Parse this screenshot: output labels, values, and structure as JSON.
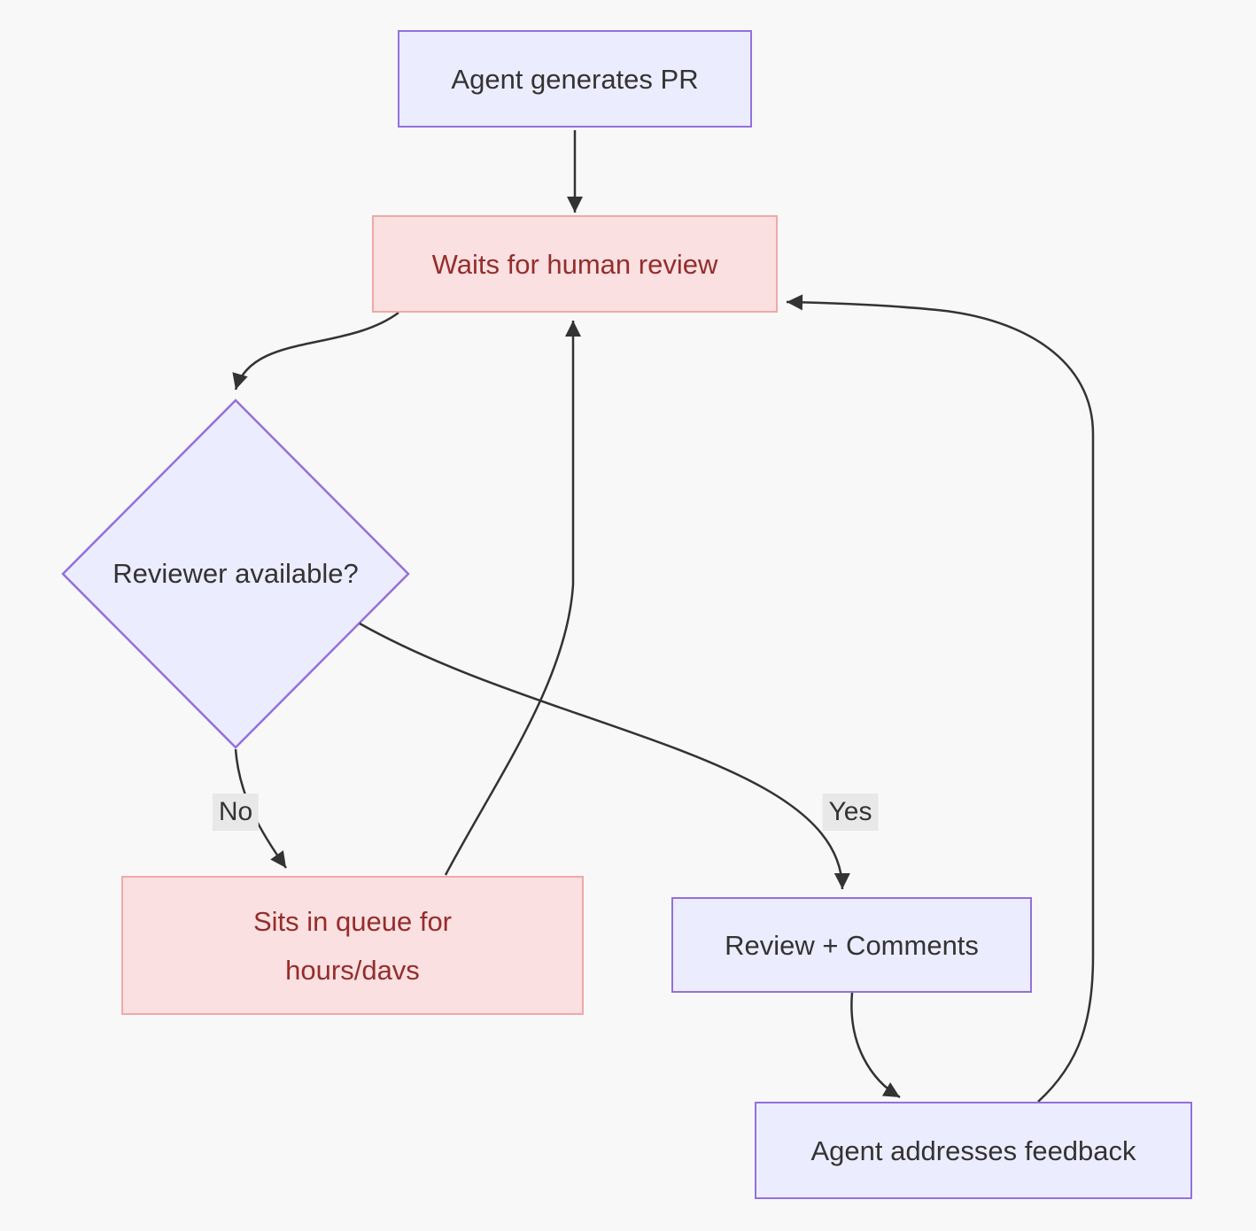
{
  "diagram": {
    "type": "flowchart",
    "theme": {
      "background": "#f8f8f8",
      "node_fill_purple": "#ececff",
      "node_border_purple": "#9370db",
      "node_fill_pink": "#fae0e0",
      "node_border_pink": "#f0a8a8",
      "text_dark": "#333333",
      "text_red": "#952d2d",
      "edge_color": "#333333",
      "edge_label_bg": "#e8e8e8"
    },
    "nodes": {
      "generate_pr": {
        "label": "Agent generates PR",
        "shape": "rect",
        "style": "purple"
      },
      "waits_review": {
        "label": "Waits for human review",
        "shape": "rect",
        "style": "pink"
      },
      "reviewer_available": {
        "label": "Reviewer available?",
        "shape": "diamond",
        "style": "purple"
      },
      "sits_queue": {
        "label_line1": "Sits in queue for",
        "label_line2": "hours/davs",
        "shape": "rect",
        "style": "pink"
      },
      "review_comments": {
        "label": "Review + Comments",
        "shape": "rect",
        "style": "purple"
      },
      "addresses_feedback": {
        "label": "Agent addresses feedback",
        "shape": "rect",
        "style": "purple"
      }
    },
    "edges": [
      {
        "from": "generate_pr",
        "to": "waits_review",
        "label": ""
      },
      {
        "from": "waits_review",
        "to": "reviewer_available",
        "label": ""
      },
      {
        "from": "reviewer_available",
        "to": "sits_queue",
        "label": "No"
      },
      {
        "from": "reviewer_available",
        "to": "review_comments",
        "label": "Yes"
      },
      {
        "from": "sits_queue",
        "to": "waits_review",
        "label": ""
      },
      {
        "from": "review_comments",
        "to": "addresses_feedback",
        "label": ""
      },
      {
        "from": "addresses_feedback",
        "to": "waits_review",
        "label": ""
      }
    ]
  }
}
